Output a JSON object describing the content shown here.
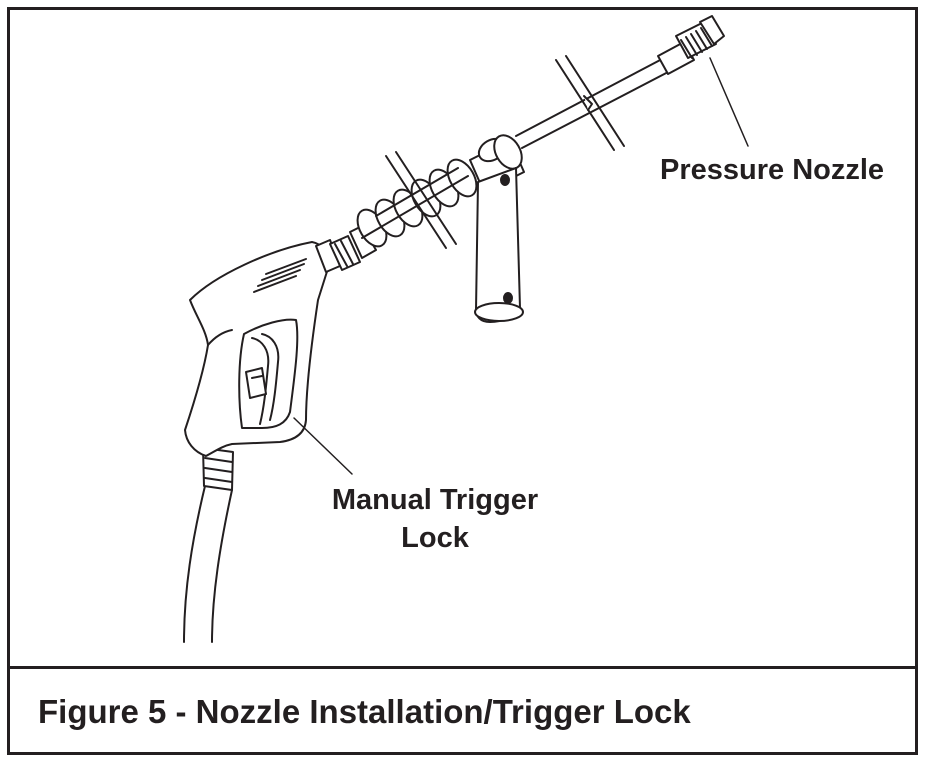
{
  "figure": {
    "caption": "Figure 5 - Nozzle Installation/Trigger Lock"
  },
  "callouts": {
    "pressure_nozzle": "Pressure Nozzle",
    "trigger_lock_line1": "Manual Trigger",
    "trigger_lock_line2": "Lock"
  },
  "colors": {
    "ink": "#231f20",
    "paper": "#ffffff"
  }
}
